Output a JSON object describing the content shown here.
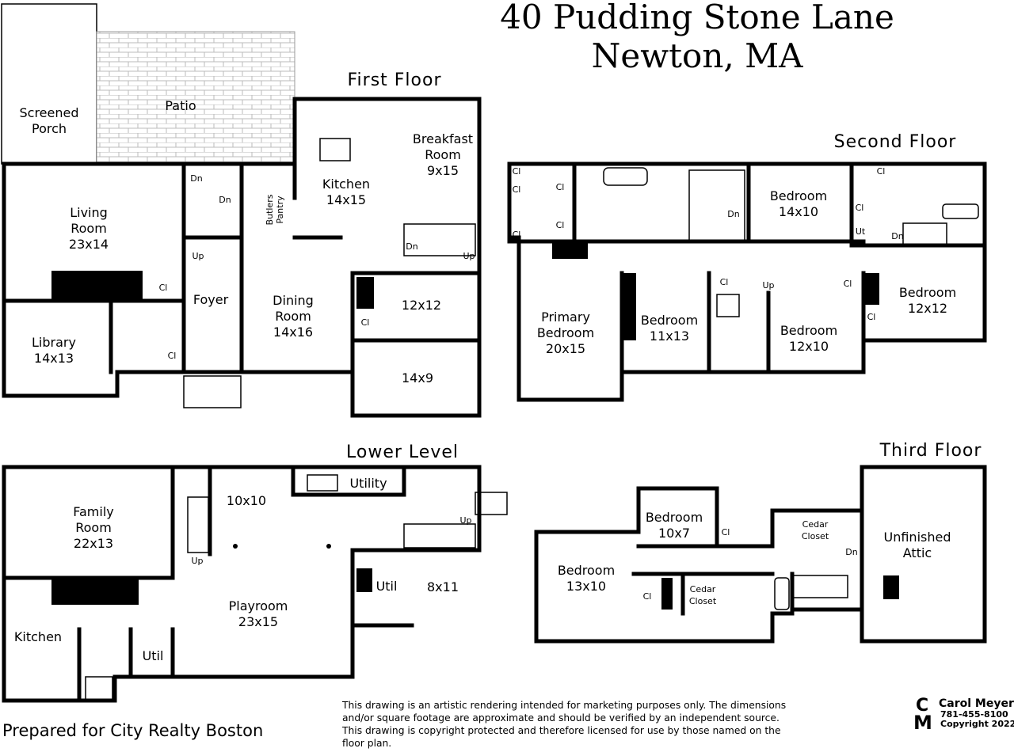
{
  "title": {
    "line1": "40 Pudding Stone Lane",
    "line2": "Newton, MA"
  },
  "floors": {
    "first": {
      "heading": "First Floor",
      "rooms": {
        "screened_porch": [
          "Screened",
          "Porch"
        ],
        "patio": "Patio",
        "living_room": [
          "Living",
          "Room",
          "23x14"
        ],
        "library": [
          "Library",
          "14x13"
        ],
        "foyer": "Foyer",
        "dining_room": [
          "Dining",
          "Room",
          "14x16"
        ],
        "kitchen": [
          "Kitchen",
          "14x15"
        ],
        "breakfast_room": [
          "Breakfast",
          "Room",
          "9x15"
        ],
        "room_12x12": "12x12",
        "room_14x9": "14x9",
        "butlers_pantry": [
          "Butlers",
          "Pantry"
        ]
      },
      "marks": {
        "cl": "Cl",
        "dn": "Dn",
        "up": "Up"
      }
    },
    "second": {
      "heading": "Second Floor",
      "rooms": {
        "primary_bedroom": [
          "Primary",
          "Bedroom",
          "20x15"
        ],
        "bedroom_11x13": [
          "Bedroom",
          "11x13"
        ],
        "bedroom_14x10": [
          "Bedroom",
          "14x10"
        ],
        "bedroom_12x10": [
          "Bedroom",
          "12x10"
        ],
        "bedroom_12x12": [
          "Bedroom",
          "12x12"
        ]
      },
      "marks": {
        "cl": "Cl",
        "dn": "Dn",
        "up": "Up",
        "ut": "Ut"
      }
    },
    "lower": {
      "heading": "Lower Level",
      "rooms": {
        "family_room": [
          "Family",
          "Room",
          "22x13"
        ],
        "room_10x10": "10x10",
        "utility": "Utility",
        "playroom": [
          "Playroom",
          "23x15"
        ],
        "util": "Util",
        "room_8x11": "8x11",
        "kitchen": "Kitchen"
      },
      "marks": {
        "up": "Up"
      }
    },
    "third": {
      "heading": "Third Floor",
      "rooms": {
        "bedroom_10x7": [
          "Bedroom",
          "10x7"
        ],
        "bedroom_13x10": [
          "Bedroom",
          "13x10"
        ],
        "cedar_closet": [
          "Cedar",
          "Closet"
        ],
        "unfinished_attic": [
          "Unfinished",
          "Attic"
        ]
      },
      "marks": {
        "cl": "Cl",
        "dn": "Dn"
      }
    }
  },
  "footer": {
    "prepared_for": "Prepared for City Realty Boston",
    "disclaimer": [
      "This drawing is an artistic rendering intended for marketing purposes only.  The dimensions",
      "and/or square footage are approximate and should be verified by an independent source.",
      "This drawing is copyright protected and therefore licensed for use by those named on the",
      "floor plan."
    ],
    "logo": {
      "letters": "CM",
      "name": "Carol Meyer",
      "phone": "781-455-8100",
      "copyright": "Copyright 2022"
    }
  }
}
